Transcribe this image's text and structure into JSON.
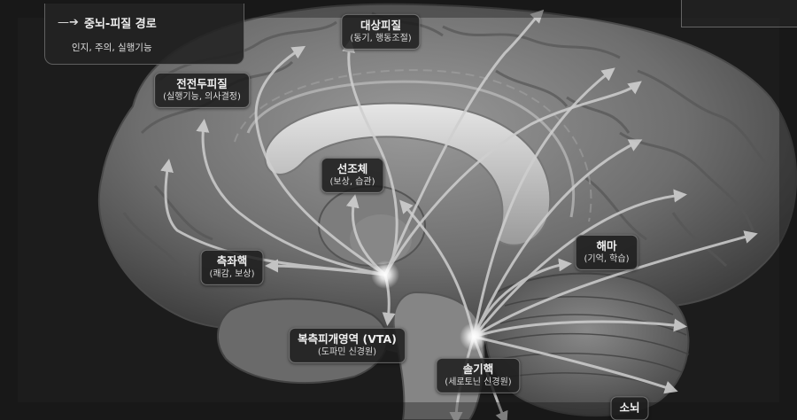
{
  "legend": {
    "title": "중뇌-피질 경로",
    "subtitle": "인지, 주의, 실행기능"
  },
  "labels": {
    "cingulate": {
      "title": "대상피질",
      "sub": "(동기, 행동조절)"
    },
    "prefrontal": {
      "title": "전전두피질",
      "sub": "(실행기능, 의사결정)"
    },
    "striatum": {
      "title": "선조체",
      "sub": "(보상, 습관)"
    },
    "accumbens": {
      "title": "측좌핵",
      "sub": "(쾌감, 보상)"
    },
    "hippocampus": {
      "title": "해마",
      "sub": "(기억, 학습)"
    },
    "vta": {
      "title": "복측피개영역 (VTA)",
      "sub": "(도파민 신경원)"
    },
    "raphe": {
      "title": "솔기핵",
      "sub": "(세로토닌 신경원)"
    },
    "cerebellum": {
      "title": "소뇌",
      "sub": ""
    }
  },
  "colors": {
    "background": "#1c1c1c",
    "brain": "#7a7a7a",
    "pathway": "#cfcfcf",
    "glow": "#ffffff"
  }
}
